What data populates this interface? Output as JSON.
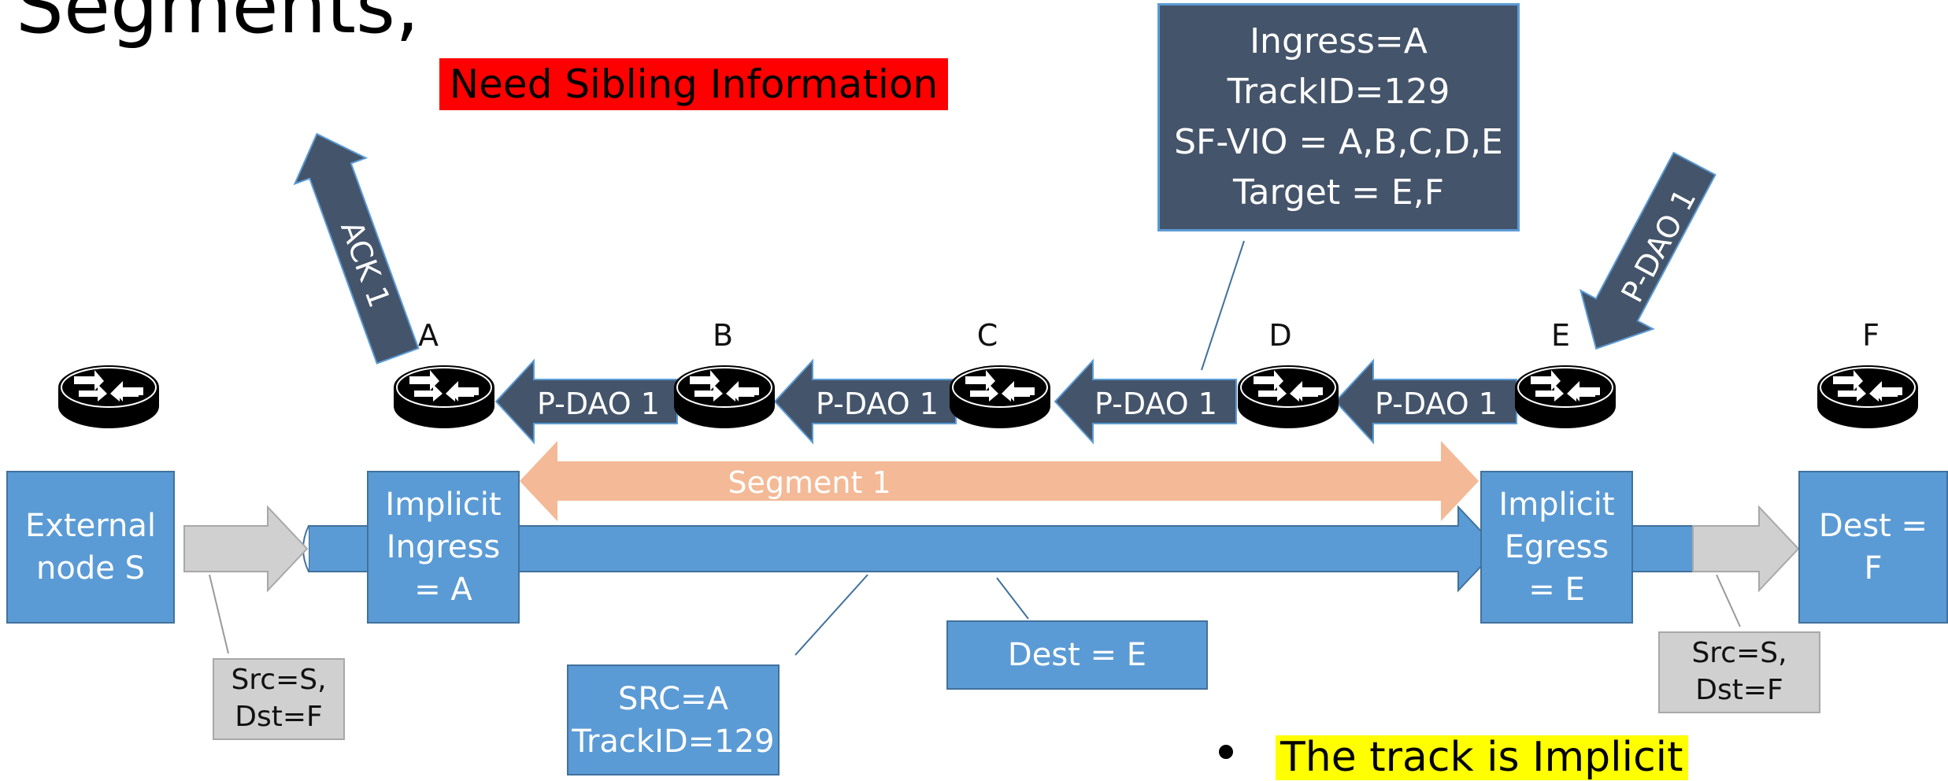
{
  "title_fragment": "Segments,",
  "alert_label": "Need Sibling Information",
  "node_labels": [
    "A",
    "B",
    "C",
    "D",
    "E",
    "F"
  ],
  "arrow_labels": {
    "ack": "ACK 1",
    "pdao_incoming": "P-DAO 1",
    "pdao_hops": [
      "P-DAO 1",
      "P-DAO 1",
      "P-DAO 1",
      "P-DAO 1"
    ],
    "segment": "Segment 1"
  },
  "boxes": {
    "external": "External\nnode S",
    "ingress": "Implicit\nIngress\n= A",
    "egress": "Implicit\nEgress\n= E",
    "dest": "Dest =\nF",
    "pdao_info": "Ingress=A\nTrackID=129\nSF-VIO = A,B,C,D,E\nTarget = E,F",
    "src_track": "SRC=A\nTrackID=129",
    "dest_e": "Dest = E",
    "src_dst_left": "Src=S,\nDst=F",
    "src_dst_right": "Src=S,\nDst=F"
  },
  "bullet": "The track is Implicit",
  "colors": {
    "box_blue": "#5b9bd5",
    "box_blue_border": "#41719c",
    "navy": "#44546a",
    "segment_orange": "#f4b996",
    "alert_red": "#ff0000",
    "highlight_yellow": "#ffff00",
    "gray_box": "#d0d0d0"
  },
  "icons": [
    "router-icon"
  ]
}
